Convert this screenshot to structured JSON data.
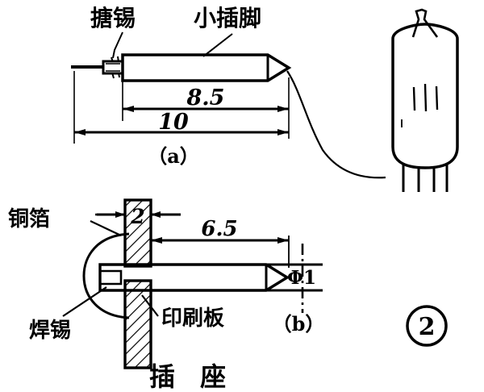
{
  "figure": {
    "title": "插 座",
    "figure_number": "2",
    "subfigures": [
      {
        "id": "a",
        "label": "（a）"
      },
      {
        "id": "b",
        "label": "（b）"
      }
    ]
  },
  "annotations": {
    "tinning": "搪锡",
    "small_pin": "小插脚",
    "copper_foil": "铜箔",
    "solder": "焊锡",
    "printed_board": "印刷板"
  },
  "dimensions": {
    "pin_body_length": "8.5",
    "pin_total_length": "10",
    "board_thickness": "2",
    "socket_protrusion": "6.5",
    "pin_diameter": "Φ1"
  },
  "colors": {
    "ink": "#000000",
    "paper": "#ffffff"
  },
  "components": {
    "vacuum_tube": "electron-tube",
    "tube_pin_count": 4
  }
}
